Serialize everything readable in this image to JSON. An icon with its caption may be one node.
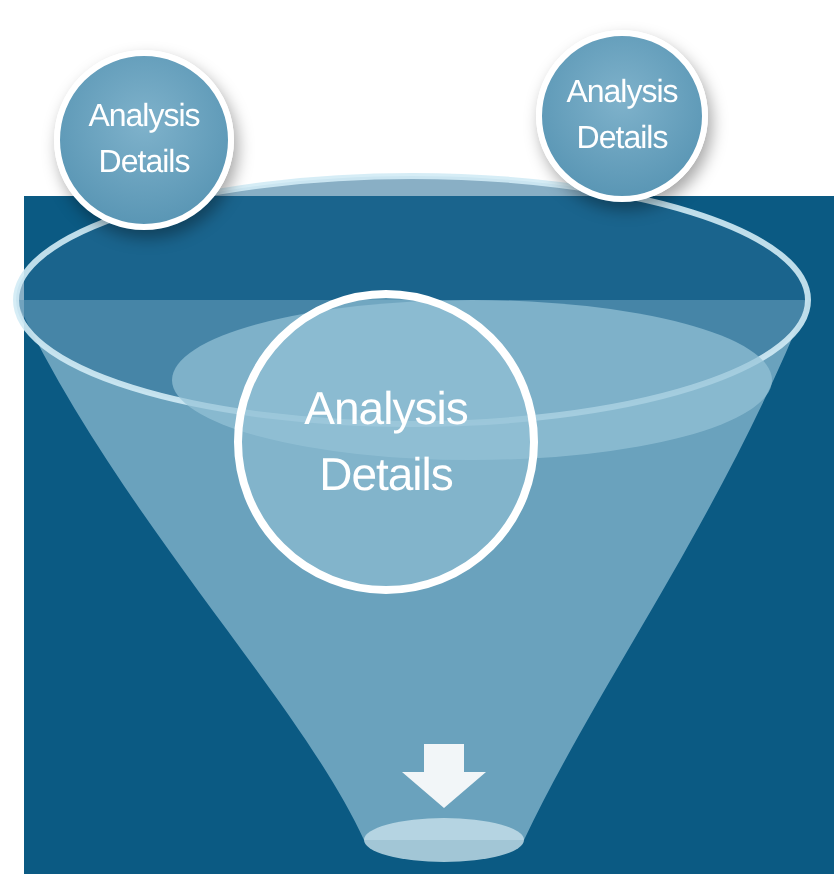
{
  "diagram": {
    "nodes": [
      {
        "text": [
          "Analysis Details"
        ]
      },
      {
        "text": [
          "Analysis Details"
        ]
      },
      {
        "text": [
          "Analysis Details"
        ]
      }
    ]
  }
}
